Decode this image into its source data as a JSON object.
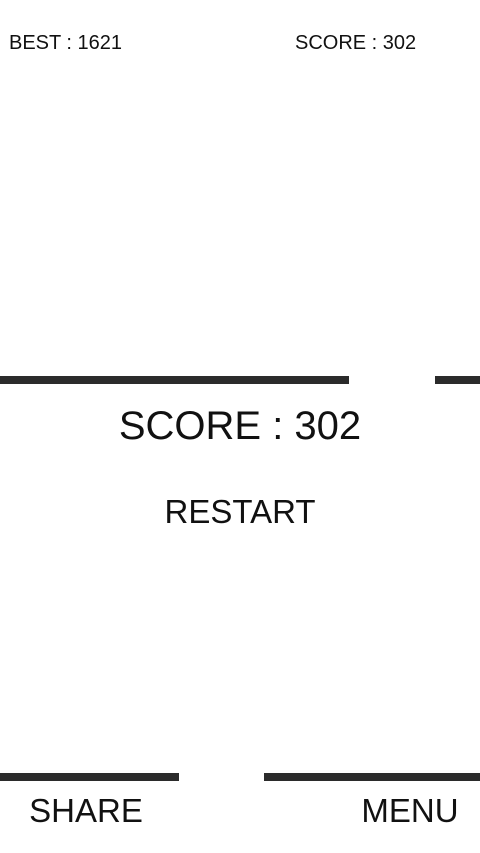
{
  "hud": {
    "best_text": "BEST : 1621",
    "score_text": "SCORE : 302"
  },
  "game_over": {
    "final_score_text": "SCORE : 302",
    "restart_label": "RESTART"
  },
  "footer": {
    "share_label": "SHARE",
    "menu_label": "MENU"
  },
  "colors": {
    "background": "#ffffff",
    "text": "#111111",
    "bar": "#2b2b2b"
  }
}
